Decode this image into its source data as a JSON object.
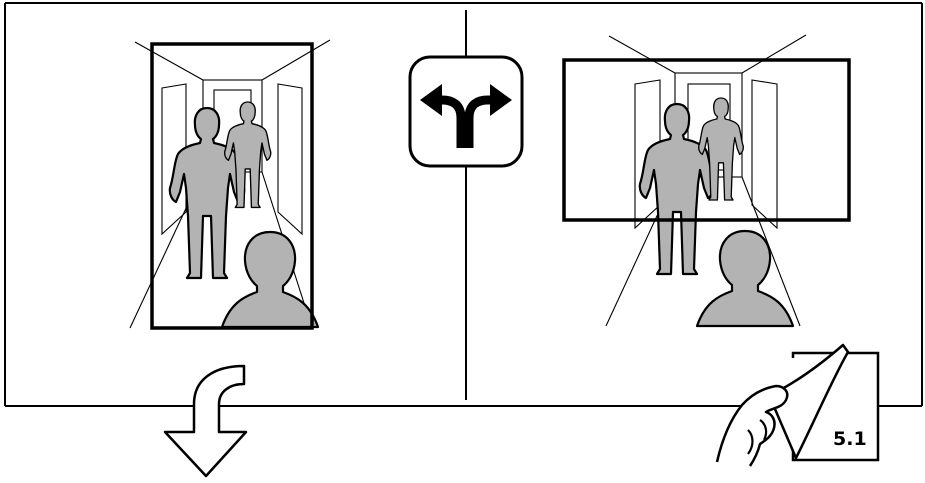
{
  "page_number": "5.1",
  "panels": [
    {
      "name": "portrait-view",
      "crop": "portrait"
    },
    {
      "name": "landscape-view",
      "crop": "landscape"
    }
  ],
  "icons": {
    "center": "split-arrow-icon",
    "continue": "curved-down-arrow-icon",
    "page_turn": "hand-turning-page-icon"
  },
  "colors": {
    "stroke": "#000000",
    "figure_fill": "#b3b3b3",
    "background": "#ffffff"
  }
}
